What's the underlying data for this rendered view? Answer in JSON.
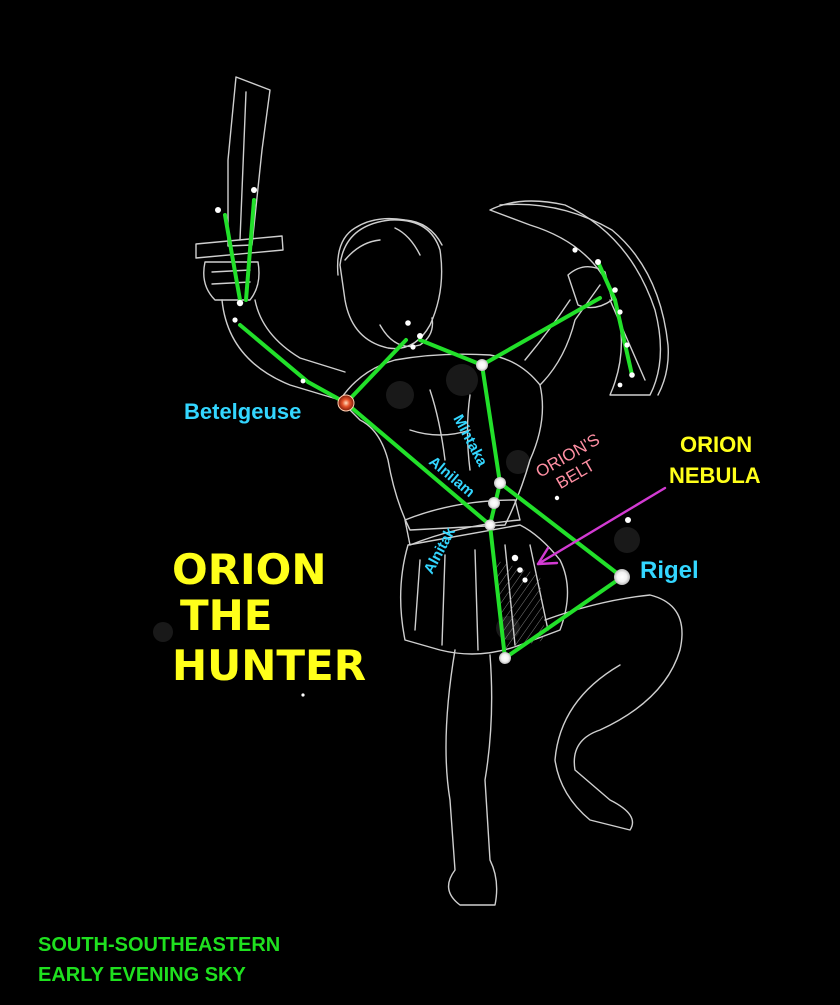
{
  "title_lines": [
    "ORION",
    "THE",
    "HUNTER"
  ],
  "footer_lines": [
    "SOUTH-SOUTHEASTERN",
    "EARLY EVENING SKY"
  ],
  "star_labels": {
    "betelgeuse": "Betelgeuse",
    "rigel": "Rigel",
    "mintaka": "Mintaka",
    "alnilam": "Alnilam",
    "alnitak": "Alnitak"
  },
  "belt_label_lines": [
    "ORION'S",
    "BELT"
  ],
  "nebula_label_lines": [
    "ORION",
    "NEBULA"
  ],
  "colors": {
    "background": "#000000",
    "constellation_lines": "#22e02a",
    "title": "#ffff1a",
    "footer": "#1fe01f",
    "star_names": "#33d6ff",
    "belt_label": "#ff8fa3",
    "nebula_label": "#ffff1a",
    "nebula_arrow": "#d23ad2",
    "betelgeuse_star": "#e8542a",
    "sketch": "#cfcfcf"
  }
}
